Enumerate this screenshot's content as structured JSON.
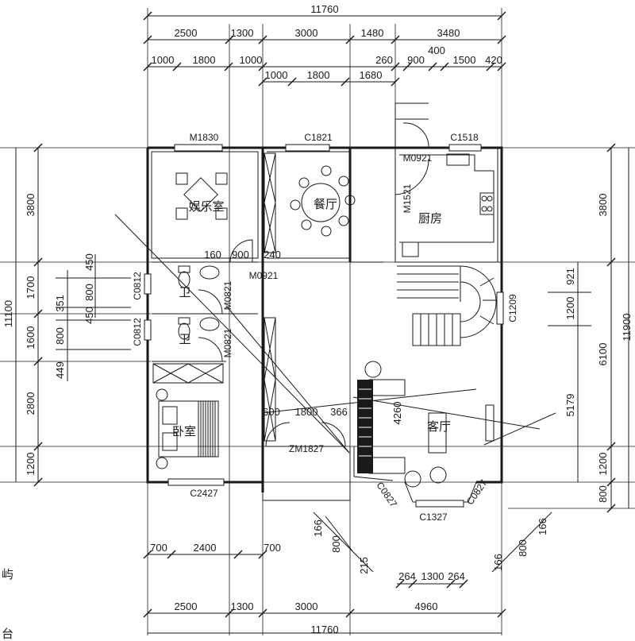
{
  "dimensions": {
    "top_total": "11760",
    "top_row1": [
      "2500",
      "1300",
      "3000",
      "1480",
      "3480"
    ],
    "top_row2": [
      "1000",
      "1800",
      "1000",
      "260",
      "900",
      "400",
      "1500",
      "420"
    ],
    "top_row3": [
      "1000",
      "1800",
      "1680"
    ],
    "bottom_total": "11760",
    "bottom_row1": [
      "2500",
      "1300",
      "3000",
      "4960"
    ],
    "bottom_row2": [
      "700",
      "2400",
      "700"
    ],
    "bottom_row3": [
      "264",
      "1300",
      "264"
    ],
    "left_total": "11100",
    "left_row": [
      "3800",
      "1700",
      "1600",
      "2800",
      "1200"
    ],
    "left_inner": [
      "450",
      "800",
      "351",
      "450",
      "800",
      "449"
    ],
    "right_total": "11900",
    "right_row": [
      "3800",
      "6100",
      "1200",
      "800"
    ],
    "right_inner": [
      "921",
      "1200",
      "5179"
    ],
    "interior": [
      "160",
      "900",
      "240",
      "600",
      "1800",
      "366",
      "4260"
    ],
    "diag_left": [
      "166",
      "800",
      "215"
    ],
    "diag_right": [
      "166",
      "800",
      "166"
    ]
  },
  "labels": {
    "m1830": "M1830",
    "c1821": "C1821",
    "m0921_kitchen": "M0921",
    "c1518": "C1518",
    "m1521": "M1521",
    "m0921_hall": "M0921",
    "c0812_a": "C0812",
    "c0812_b": "C0812",
    "m0821_a": "M0821",
    "m0821_b": "M0821",
    "c1209": "C1209",
    "zm1827": "ZM1827",
    "c2427": "C2427",
    "c0827_a": "C0827",
    "c0827_b": "C0827",
    "c1327": "C1327"
  },
  "rooms": {
    "recreation": "娱乐室",
    "dining": "餐厅",
    "kitchen": "厨房",
    "bath1": "卫",
    "bath2": "卫",
    "bedroom": "卧室",
    "living": "客厅"
  },
  "edge_text": {
    "left_a": "屿",
    "left_b": "台"
  }
}
